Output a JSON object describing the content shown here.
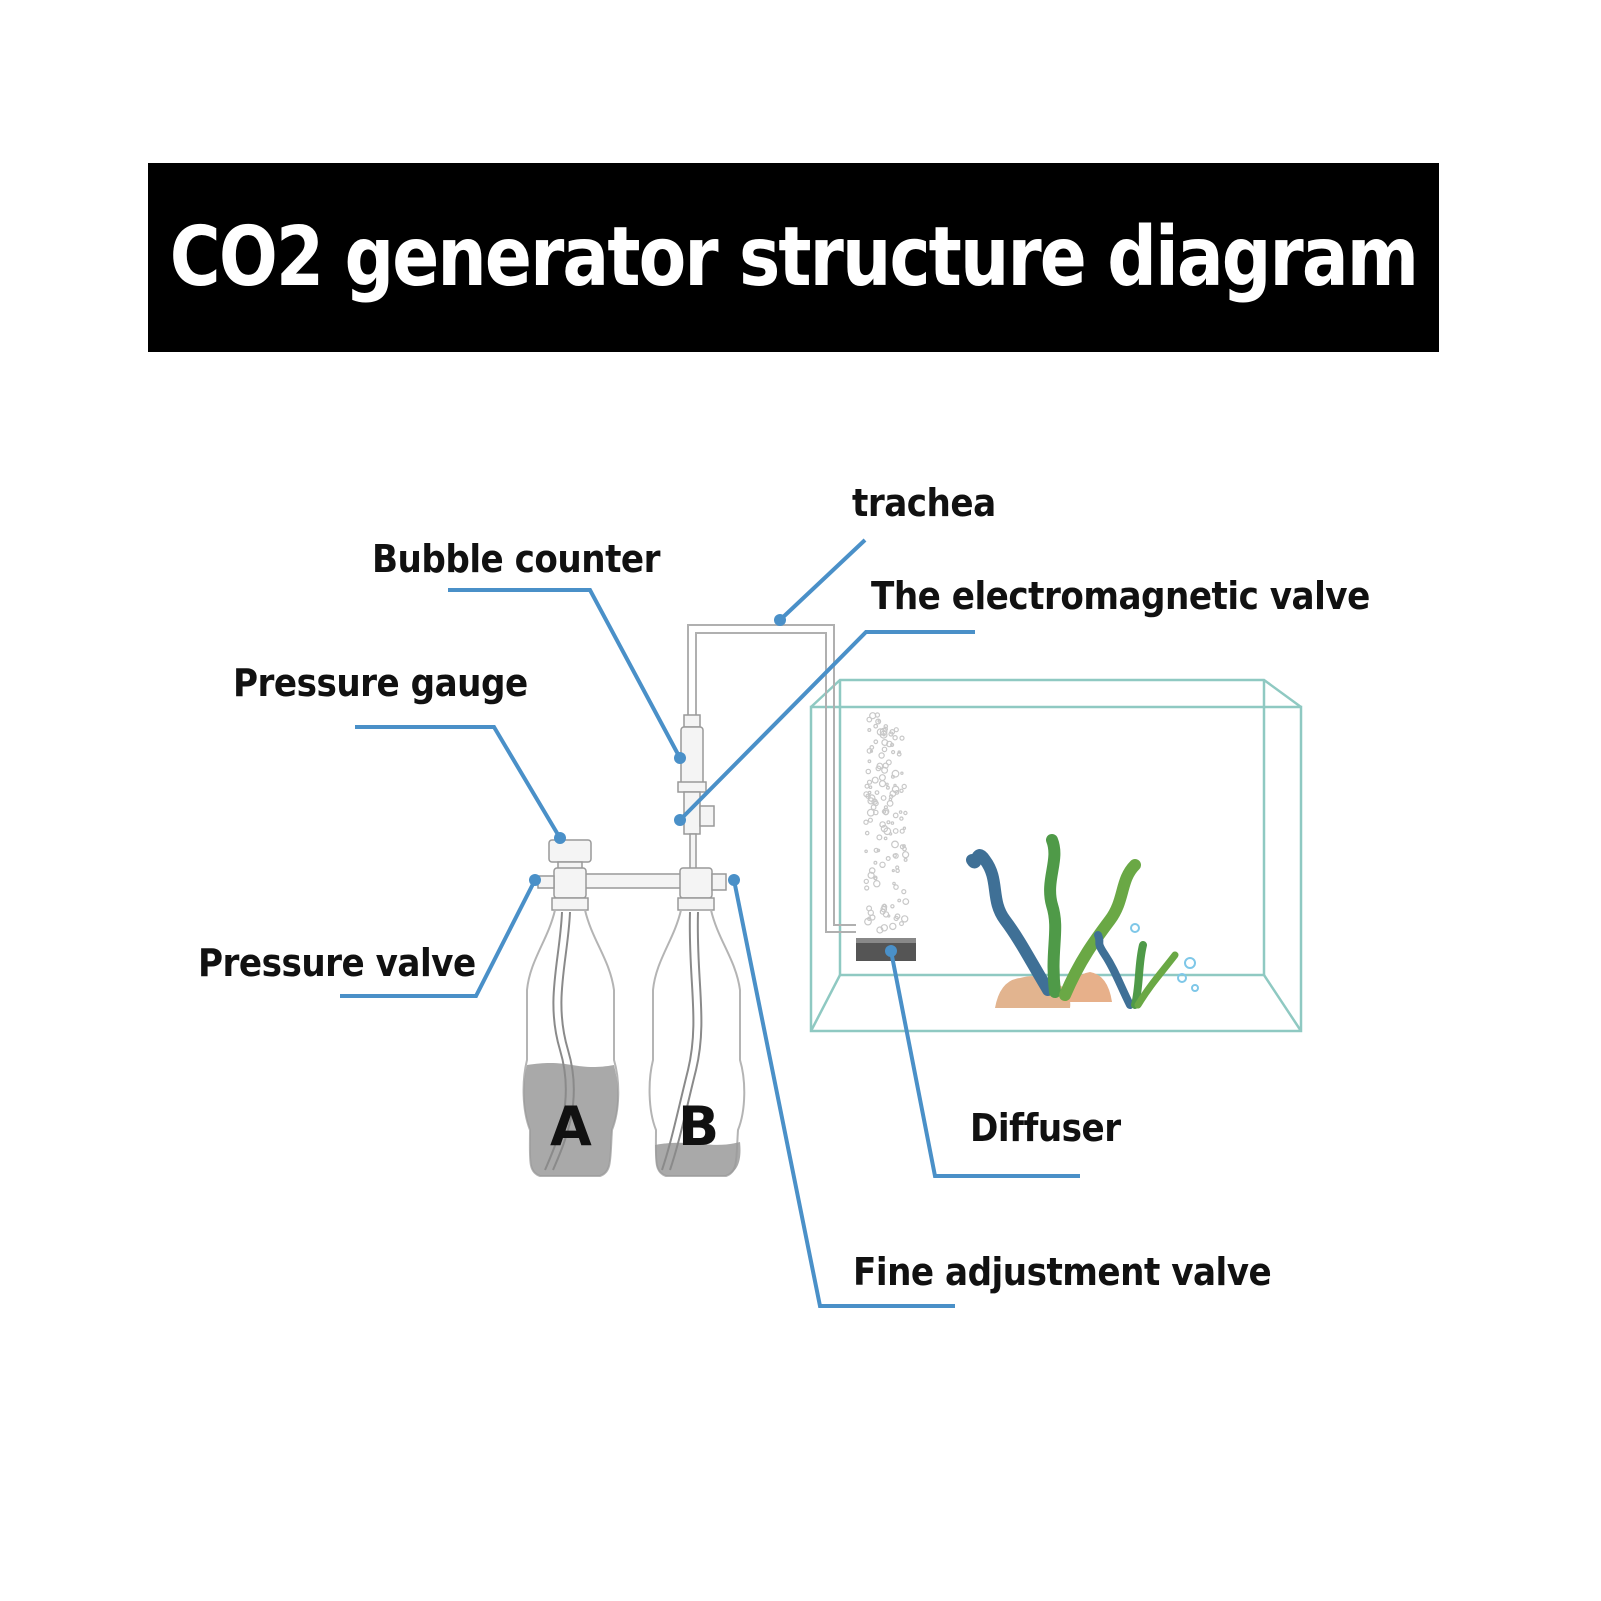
{
  "title": "CO2 generator structure diagram",
  "labels": {
    "trachea": "trachea",
    "bubble_counter": "Bubble counter",
    "electromagnetic_valve": "The electromagnetic valve",
    "pressure_gauge": "Pressure gauge",
    "pressure_valve": "Pressure valve",
    "diffuser": "Diffuser",
    "fine_adjustment_valve": "Fine adjustment valve"
  },
  "bottles": {
    "a": "A",
    "b": "B"
  },
  "colors": {
    "banner": "#000000",
    "banner_text": "#ffffff",
    "leader": "#4a90c8",
    "tank_glass": "#8fc9c2",
    "liquid": "#9a9a9a",
    "sand": "#e2b48f",
    "plant_blue": "#3f7096",
    "plant_green": "#4f9a48"
  }
}
